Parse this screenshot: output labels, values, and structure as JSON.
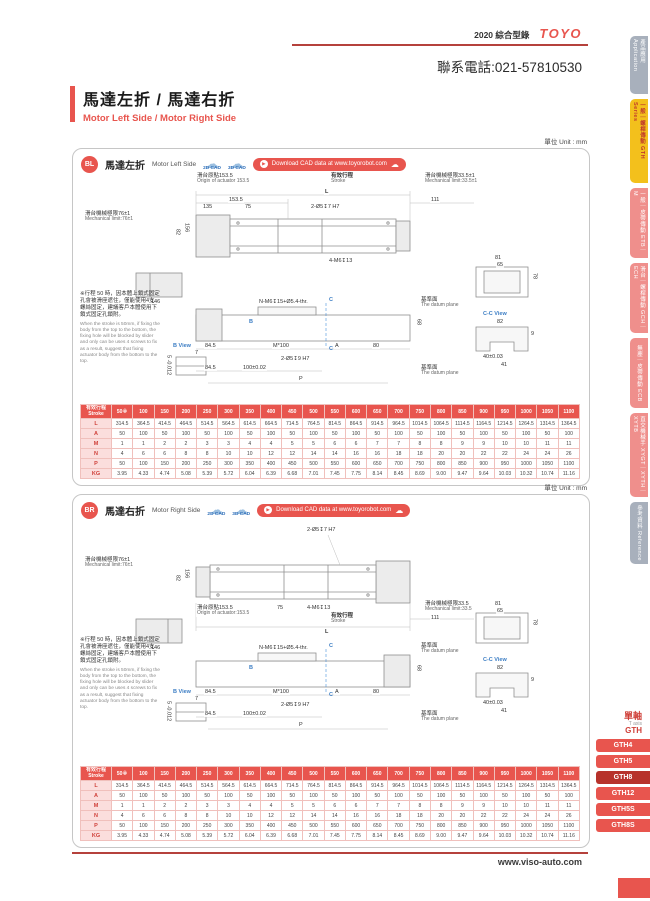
{
  "header": {
    "catalog": "2020 綜合型錄",
    "brand": "TOYO",
    "phone": "聯系電話:021-57810530"
  },
  "title": {
    "zh": "馬達左折 / 馬達右折",
    "en": "Motor Left Side / Motor Right Side"
  },
  "sidebar": {
    "tabs": [
      {
        "label": "產品應用 Application",
        "color": "#a8b0bc",
        "text": "#ffffff"
      },
      {
        "label": "一般｜螺桿傳動 GTH Series",
        "color": "#f3c01c",
        "text": "#c0392b"
      },
      {
        "label": "一般｜皮帶傳動 ETB｜M",
        "color": "#ef8f8c",
        "text": "#ffffff"
      },
      {
        "label": "滑台｜螺桿傳動 GCH｜ECH",
        "color": "#ef8f8c",
        "text": "#ffffff"
      },
      {
        "label": "無塵｜皮帶傳動 ECB",
        "color": "#ef8f8c",
        "text": "#ffffff"
      },
      {
        "label": "直交機械手 XYGT｜XYTH｜XYTB",
        "color": "#ef8f8c",
        "text": "#ffffff"
      },
      {
        "label": "參考資料 Reference",
        "color": "#a8b0bc",
        "text": "#ffffff"
      }
    ]
  },
  "sections": [
    {
      "badge": "BL",
      "title_zh": "馬達左折",
      "title_en": "Motor Left Side",
      "cad2d": "2D CAD",
      "cad3d": "3D CAD",
      "download": "Download CAD data at www.toyorobot.com",
      "unit": "單位 Unit : mm",
      "labels": {
        "origin_zh": "滑台原點153.5",
        "origin_en": "Origin of actuator 153.5",
        "stroke_zh": "有效行程",
        "stroke_en": "Stroke",
        "mech_l_zh": "滑台機械極限76±1",
        "mech_l_en": "Mechanical limit:76±1",
        "mech_r_zh": "滑台機械極限33.5±1",
        "mech_r_en": "Mechanical limit:33.5±1",
        "d153": "153.5",
        "dL": "L",
        "d111": "111",
        "d135": "135",
        "d75": "75",
        "hole_top": "2-Ø5↧7 H7",
        "hole_m6": "4-M6↧13",
        "d156": "156",
        "d82": "82",
        "d146": "146",
        "holes_n": "N-M6↧15+Ø5.4-thr.",
        "mB": "B",
        "mC": "C",
        "d68": "68",
        "d845": "84.5",
        "dM100": "M*100",
        "dA": "A",
        "d80": "80",
        "hole_b": "2-Ø5↧9 H7",
        "d845b": "84.5",
        "d100": "100±0.02",
        "dP": "P",
        "bview": "B View",
        "d7": "7",
        "d5": "5 -0.012",
        "d81": "81",
        "d65": "65",
        "d78": "78",
        "datum_zh": "基準面",
        "datum_en": "The datum plane",
        "ccview": "C-C View",
        "d82b": "82",
        "d9": "9",
        "d40": "40±0.03",
        "d41": "41"
      },
      "note_zh": "※行程 50 時，因本體上鎖式固定孔會被滑座遮住，僅能使用4支螺絲固定，建議客戶本體使用下鎖式固定孔鎖附。",
      "note_en": "When the stroke is 50mm, if fixing the body from the top to the bottom, the fixing hole will be blocked by slider and only can be uses 4 screws to fix as a result, suggest that fixing actuator body from the bottom to the top."
    },
    {
      "badge": "BR",
      "title_zh": "馬達右折",
      "title_en": "Motor Right Side",
      "cad2d": "2D CAD",
      "cad3d": "3D CAD",
      "download": "Download CAD data at www.toyorobot.com",
      "unit": "單位 Unit : mm",
      "labels": {
        "origin_zh": "滑台原點153.5",
        "origin_en": "Origin of actuator:153.5",
        "stroke_zh": "有效行程",
        "stroke_en": "Stroke",
        "mech_l_zh": "滑台機械極限76±1",
        "mech_l_en": "Mechanical limit:76±1",
        "mech_r_zh": "滑台機械極限33.5",
        "mech_r_en": "Mechanical limit:33.5",
        "d153": "153.5",
        "dL": "L",
        "d111": "111",
        "d75": "75",
        "hole_top": "2-Ø5↧7 H7",
        "hole_m6": "4-M6↧13",
        "d156": "156",
        "d82": "82",
        "d146": "146",
        "holes_n": "N-M6↧15+Ø5.4-thr.",
        "mB": "B",
        "mC": "C",
        "d68": "68",
        "d845": "84.5",
        "dM100": "M*100",
        "dA": "A",
        "d80": "80",
        "hole_b": "2-Ø5↧9 H7",
        "d845b": "84.5",
        "d100": "100±0.02",
        "dP": "P",
        "bview": "B View",
        "d7": "7",
        "d5": "5 -0.012",
        "d81": "81",
        "d65": "65",
        "d78": "78",
        "datum_zh": "基準面",
        "datum_en": "The datum plane",
        "ccview": "C-C View",
        "d82b": "82",
        "d9": "9",
        "d40": "40±0.03",
        "d41": "41"
      },
      "note_zh": "※行程 50 時，因本體上鎖式固定孔會被滑座遮住，僅能使用4支螺絲固定，建議客戶本體使用下鎖式固定孔鎖附。",
      "note_en": "When the stroke is 50mm, if fixing the body from the top to the bottom, the fixing hole will be blocked by slider and only can be uses 4 screws to fix as a result, suggest that fixing actuator body from the bottom to the top."
    }
  ],
  "table": {
    "header_zh": "有效行程",
    "header_en": "Stroke",
    "strokes": [
      "50※",
      "100",
      "150",
      "200",
      "250",
      "300",
      "350",
      "400",
      "450",
      "500",
      "550",
      "600",
      "650",
      "700",
      "750",
      "800",
      "850",
      "900",
      "950",
      "1000",
      "1050",
      "1100"
    ],
    "rows": [
      {
        "name": "L",
        "values": [
          "314.5",
          "364.5",
          "414.5",
          "464.5",
          "514.5",
          "564.5",
          "614.5",
          "664.5",
          "714.5",
          "764.5",
          "814.5",
          "864.5",
          "914.5",
          "964.5",
          "1014.5",
          "1064.5",
          "1114.5",
          "1164.5",
          "1214.5",
          "1264.5",
          "1314.5",
          "1364.5"
        ]
      },
      {
        "name": "A",
        "values": [
          "50",
          "100",
          "50",
          "100",
          "50",
          "100",
          "50",
          "100",
          "50",
          "100",
          "50",
          "100",
          "50",
          "100",
          "50",
          "100",
          "50",
          "100",
          "50",
          "100",
          "50",
          "100"
        ]
      },
      {
        "name": "M",
        "values": [
          "1",
          "1",
          "2",
          "2",
          "3",
          "3",
          "4",
          "4",
          "5",
          "5",
          "6",
          "6",
          "7",
          "7",
          "8",
          "8",
          "9",
          "9",
          "10",
          "10",
          "11",
          "11"
        ]
      },
      {
        "name": "N",
        "values": [
          "4",
          "6",
          "6",
          "8",
          "8",
          "10",
          "10",
          "12",
          "12",
          "14",
          "14",
          "16",
          "16",
          "18",
          "18",
          "20",
          "20",
          "22",
          "22",
          "24",
          "24",
          "26"
        ]
      },
      {
        "name": "P",
        "values": [
          "50",
          "100",
          "150",
          "200",
          "250",
          "300",
          "350",
          "400",
          "450",
          "500",
          "550",
          "600",
          "650",
          "700",
          "750",
          "800",
          "850",
          "900",
          "950",
          "1000",
          "1050",
          "1100"
        ]
      },
      {
        "name": "KG",
        "values": [
          "3.95",
          "4.33",
          "4.74",
          "5.08",
          "5.39",
          "5.72",
          "6.04",
          "6.39",
          "6.68",
          "7.01",
          "7.45",
          "7.75",
          "8.14",
          "8.45",
          "8.69",
          "9.00",
          "9.47",
          "9.64",
          "10.03",
          "10.32",
          "10.74",
          "11.16"
        ]
      }
    ]
  },
  "axis_menu": {
    "title_zh": "單軸",
    "title_en": "T axis",
    "series": "GTH",
    "items": [
      {
        "label": "GTH4",
        "active": false
      },
      {
        "label": "GTH5",
        "active": false
      },
      {
        "label": "GTH8",
        "active": true
      },
      {
        "label": "GTH12",
        "active": false
      },
      {
        "label": "GTH5S",
        "active": false
      },
      {
        "label": "GTH8S",
        "active": false
      }
    ]
  },
  "footer": {
    "url": "www.viso-auto.com"
  },
  "colors": {
    "accent": "#e8554e",
    "rule": "#b5413c",
    "tab_active": "#f3c01c",
    "tab_pink": "#ef8f8c",
    "tab_gray": "#a8b0bc"
  }
}
